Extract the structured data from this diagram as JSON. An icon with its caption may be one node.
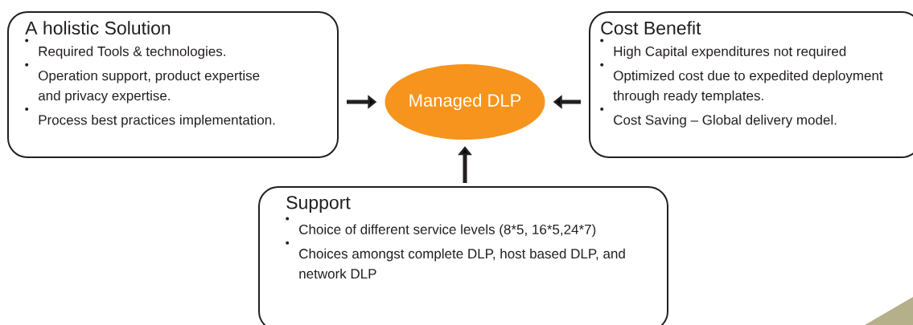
{
  "diagram": {
    "nodes": [
      {
        "text": [
          "A holistic Solution",
          "Required Tools & technologies.",
          "Operation support, product expertise and privacy expertise.",
          "Process best practices implementation."
        ]
      },
      {
        "text": [
          "Managed DLP"
        ]
      },
      {
        "text": [
          "Cost Benefit",
          "High Capital expenditures not required",
          "Optimized cost due to expedited deployment through ready templates.",
          "Cost Saving – Global delivery model."
        ]
      },
      {
        "text": [
          "Support",
          "Choice of different service levels (8*5, 16*5,24*7)",
          "Choices amongst complete DLP, host based DLP, and network DLP"
        ]
      }
    ],
    "edges": [
      {
        "from": 0,
        "to": 1,
        "arrow": "to"
      },
      {
        "from": 2,
        "to": 1,
        "arrow": "to"
      },
      {
        "from": 3,
        "to": 1,
        "arrow": "to"
      }
    ]
  }
}
